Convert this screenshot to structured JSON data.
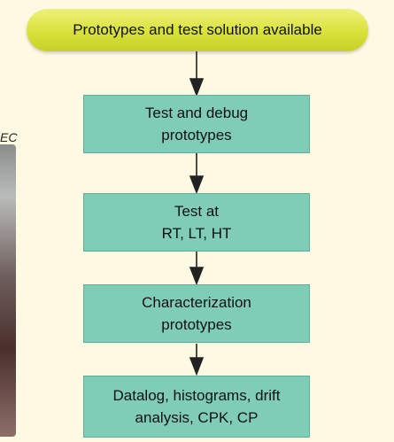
{
  "caption_fragment": "EC",
  "flow": {
    "start": "Prototypes and test solution available",
    "steps": [
      {
        "line1": "Test and debug",
        "line2": "prototypes"
      },
      {
        "line1": "Test at",
        "line2": "RT, LT, HT"
      },
      {
        "line1": "Characterization",
        "line2": "prototypes"
      },
      {
        "line1": "Datalog, histograms, drift",
        "line2": "analysis, CPK, CP"
      }
    ]
  }
}
